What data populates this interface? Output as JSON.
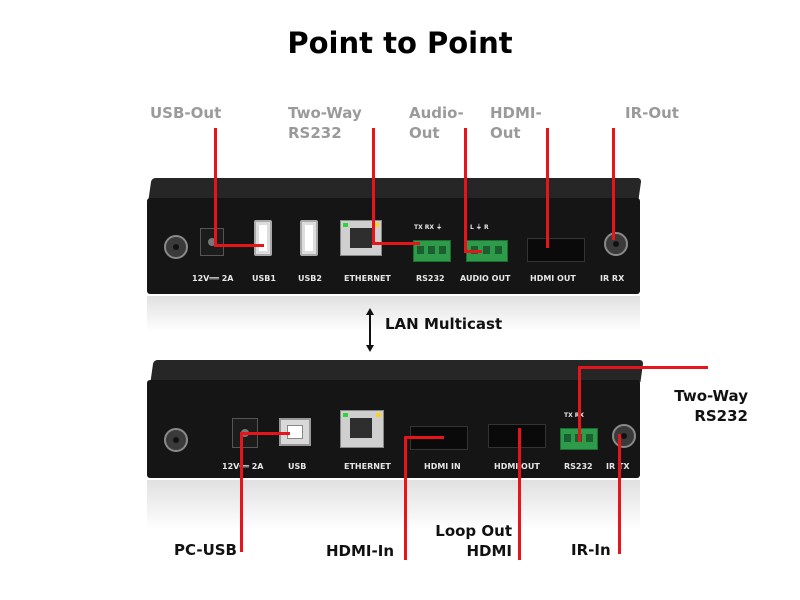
{
  "title": "Point to Point",
  "top_labels": {
    "usb_out": "USB-Out",
    "two_way_rs232": "Two-Way RS232",
    "audio_out": "Audio-Out",
    "hdmi_out": "HDMI-Out",
    "ir_out": "IR-Out"
  },
  "middle_label": "LAN Multicast",
  "bottom_labels": {
    "two_way_rs232": "Two-Way RS232",
    "pc_usb": "PC-USB",
    "hdmi_in": "HDMI-In",
    "loop_out_hdmi": "Loop Out HDMI",
    "ir_in": "IR-In"
  },
  "device_top_ports": {
    "power": "12V══ 2A",
    "usb1": "USB1",
    "usb2": "USB2",
    "ethernet": "ETHERNET",
    "rs232": "RS232",
    "audio_out": "AUDIO OUT",
    "hdmi_out": "HDMI OUT",
    "ir_rx": "IR RX",
    "rs232_pins": "TX RX ⏚",
    "audio_pins": "L ⏚ R"
  },
  "device_bottom_ports": {
    "power": "12V══ 2A",
    "usb": "USB",
    "ethernet": "ETHERNET",
    "hdmi_in": "HDMI IN",
    "hdmi_out": "HDMI OUT",
    "rs232": "RS232",
    "ir_tx": "IR TX",
    "rs232_pins": "TX RX"
  },
  "colors": {
    "callout_line": "#e8141b",
    "top_label": "#9a9a9a",
    "bottom_label": "#111111",
    "device_body": "#151515",
    "terminal_block": "#2e9b4a"
  }
}
